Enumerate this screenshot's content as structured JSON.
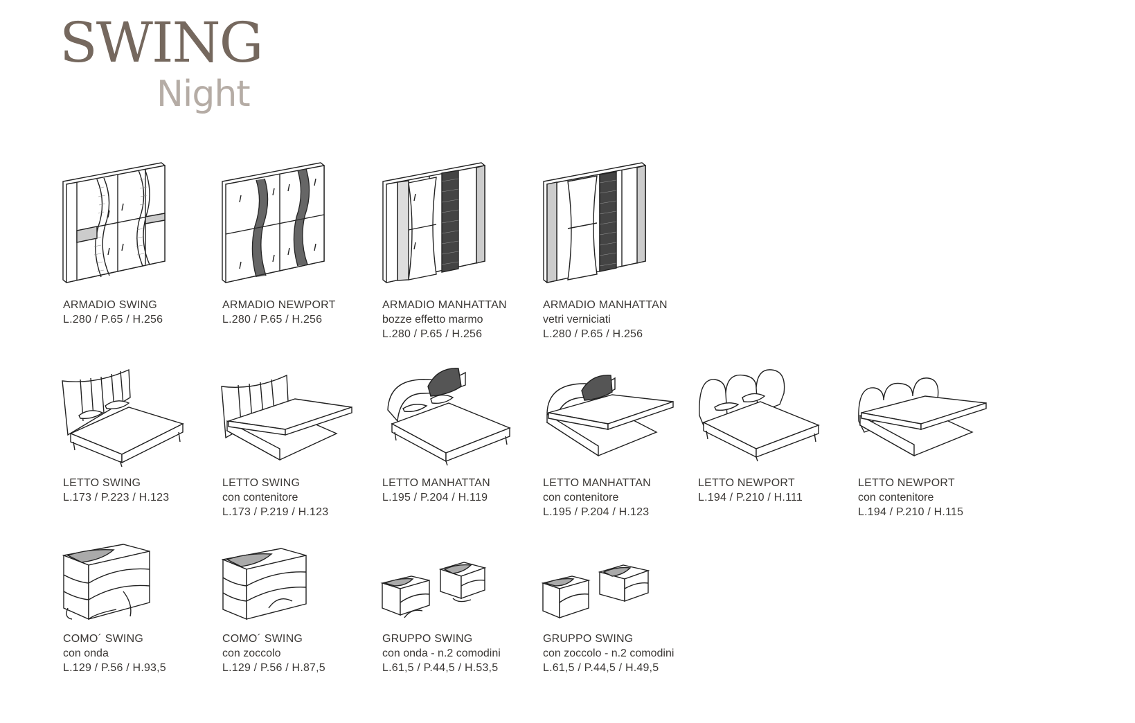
{
  "header": {
    "title": "SWING",
    "subtitle": "Night"
  },
  "products": [
    {
      "name": "ARMADIO SWING",
      "dims": "L.280 / P.65 / H.256",
      "icon": "wardrobe-swing-icon"
    },
    {
      "name": "ARMADIO NEWPORT",
      "dims": "L.280 / P.65 / H.256",
      "icon": "wardrobe-newport-icon"
    },
    {
      "name": "ARMADIO MANHATTAN",
      "note": "bozze effetto marmo",
      "dims": "L.280 / P.65 / H.256",
      "icon": "wardrobe-manhattan-icon"
    },
    {
      "name": "ARMADIO MANHATTAN",
      "note": "vetri verniciati",
      "dims": "L.280 / P.65 / H.256",
      "icon": "wardrobe-manhattan-glass-icon"
    },
    {
      "name": "LETTO SWING",
      "dims": "L.173 / P.223 / H.123",
      "icon": "bed-swing-icon"
    },
    {
      "name": "LETTO SWING",
      "note": "con contenitore",
      "dims": "L.173 / P.219 / H.123",
      "icon": "bed-swing-storage-icon"
    },
    {
      "name": "LETTO MANHATTAN",
      "dims": "L.195 / P.204 / H.119",
      "icon": "bed-manhattan-icon"
    },
    {
      "name": "LETTO MANHATTAN",
      "note": "con contenitore",
      "dims": "L.195 / P.204 / H.123",
      "icon": "bed-manhattan-storage-icon"
    },
    {
      "name": "LETTO NEWPORT",
      "dims": "L.194 / P.210 / H.111",
      "icon": "bed-newport-icon"
    },
    {
      "name": "LETTO NEWPORT",
      "note": "con contenitore",
      "dims": "L.194 / P.210 / H.115",
      "icon": "bed-newport-storage-icon"
    },
    {
      "name": "COMO´ SWING",
      "note": "con onda",
      "dims": "L.129 / P.56 / H.93,5",
      "icon": "dresser-wave-icon"
    },
    {
      "name": "COMO´ SWING",
      "note": "con zoccolo",
      "dims": "L.129 / P.56 / H.87,5",
      "icon": "dresser-plinth-icon"
    },
    {
      "name": "GRUPPO SWING",
      "note": "con onda - n.2 comodini",
      "dims": "L.61,5 / P.44,5 / H.53,5",
      "icon": "nightstands-wave-icon"
    },
    {
      "name": "GRUPPO SWING",
      "note": "con zoccolo - n.2 comodini",
      "dims": "L.61,5 / P.44,5 / H.49,5",
      "icon": "nightstands-plinth-icon"
    }
  ]
}
